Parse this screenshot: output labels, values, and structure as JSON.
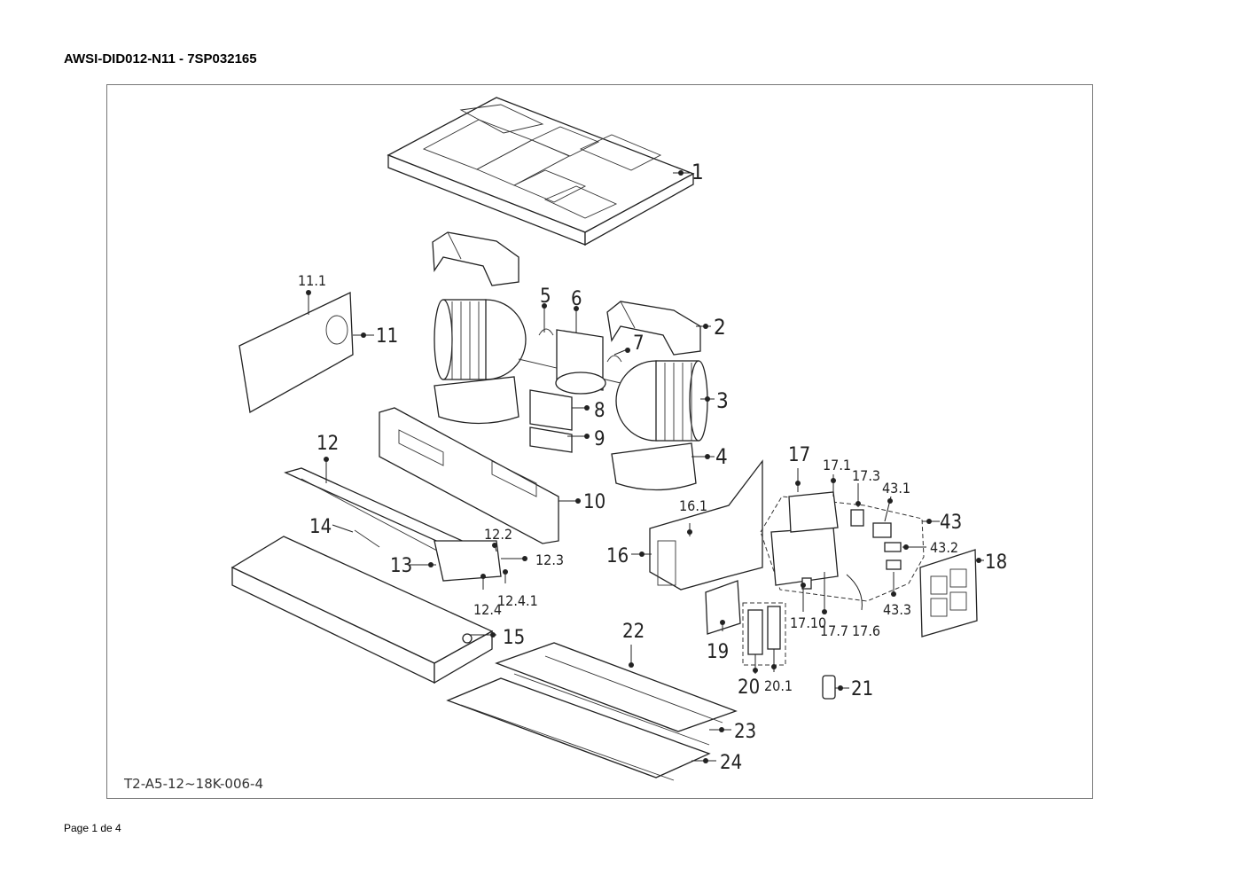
{
  "document": {
    "title": "AWSI-DID012-N11 - 7SP032165",
    "footer": "Page 1 de 4",
    "drawing_code": "T2-A5-12~18K-006-4"
  },
  "callouts": {
    "c1": "1",
    "c2": "2",
    "c3": "3",
    "c4": "4",
    "c5": "5",
    "c6": "6",
    "c7": "7",
    "c8": "8",
    "c9": "9",
    "c10": "10",
    "c11": "11",
    "c11_1": "11.1",
    "c12": "12",
    "c12_2": "12.2",
    "c12_3": "12.3",
    "c12_4": "12.4",
    "c12_4_1": "12.4.1",
    "c13": "13",
    "c14": "14",
    "c15": "15",
    "c16": "16",
    "c16_1": "16.1",
    "c17": "17",
    "c17_1": "17.1",
    "c17_3": "17.3",
    "c17_6": "17.6",
    "c17_7": "17.7",
    "c17_10": "17.10",
    "c18": "18",
    "c19": "19",
    "c20": "20",
    "c20_1": "20.1",
    "c21": "21",
    "c22": "22",
    "c23": "23",
    "c24": "24",
    "c43": "43",
    "c43_1": "43.1",
    "c43_2": "43.2",
    "c43_3": "43.3"
  }
}
